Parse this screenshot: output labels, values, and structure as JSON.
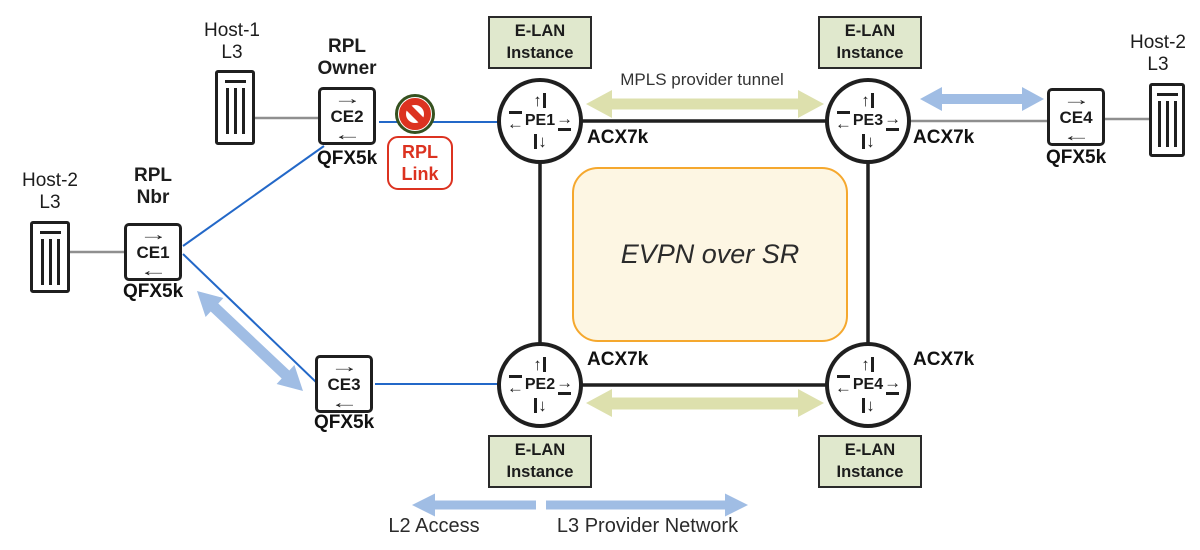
{
  "diagram": {
    "title_implicit": "EVPN over SR topology",
    "hosts": {
      "host1": {
        "line1": "Host-1",
        "line2": "L3"
      },
      "host2_left": {
        "line1": "Host-2",
        "line2": "L3"
      },
      "host2_right": {
        "line1": "Host-2",
        "line2": "L3"
      }
    },
    "ce": {
      "ce1": {
        "name": "CE1",
        "model": "QFX5k",
        "role_line1": "RPL",
        "role_line2": "Nbr"
      },
      "ce2": {
        "name": "CE2",
        "model": "QFX5k",
        "role_line1": "RPL",
        "role_line2": "Owner"
      },
      "ce3": {
        "name": "CE3",
        "model": "QFX5k"
      },
      "ce4": {
        "name": "CE4",
        "model": "QFX5k"
      }
    },
    "pe": {
      "pe1": {
        "name": "PE1",
        "model": "ACX7k"
      },
      "pe2": {
        "name": "PE2",
        "model": "ACX7k"
      },
      "pe3": {
        "name": "PE3",
        "model": "ACX7k"
      },
      "pe4": {
        "name": "PE4",
        "model": "ACX7k"
      }
    },
    "elan": {
      "line1": "E-LAN",
      "line2": "Instance"
    },
    "core_label": "EVPN over SR",
    "mpls_tunnel_label": "MPLS provider tunnel",
    "rpl_link": {
      "line1": "RPL",
      "line2": "Link"
    },
    "legend": {
      "l2": "L2 Access",
      "l3": "L3 Provider Network"
    },
    "colors": {
      "elan_fill": "#e0e8cd",
      "tunnel_arrow": "#dde0ad",
      "access_arrow": "#a0bde4",
      "ce_link_blue": "#2368c8",
      "core_border": "#f5a82e",
      "core_fill": "#fdf6e3",
      "alert_red": "#dc3220",
      "no_entry_ring": "#35511f",
      "line_black": "#1f1f1f",
      "line_gray": "#8f8f8f"
    }
  },
  "icons": {
    "arrow_up": "↑",
    "arrow_down": "↓",
    "arrow_left": "←",
    "arrow_right": "→"
  }
}
